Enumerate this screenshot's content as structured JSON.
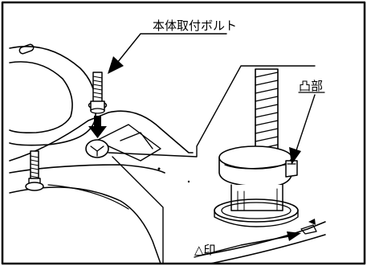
{
  "labels": {
    "main_bolt": "本体取付ボルト",
    "protrusion": "凸部",
    "triangle_mark": "△印"
  }
}
